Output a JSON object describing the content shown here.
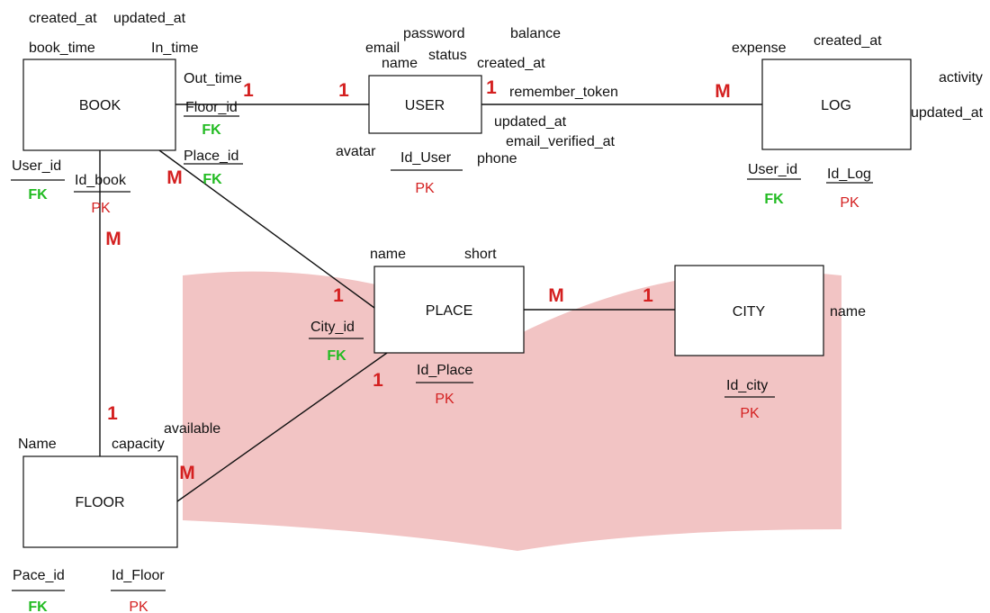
{
  "colors": {
    "fk": "#22bb22",
    "pk": "#d42020",
    "cardinality": "#d42020",
    "watermark": "#f2c4c4"
  },
  "watermark": {
    "name": "open-book-logo-icon"
  },
  "entities": {
    "book": "BOOK",
    "user": "USER",
    "log": "LOG",
    "place": "PLACE",
    "city": "CITY",
    "floor": "FLOOR"
  },
  "book": {
    "attrs": [
      "created_at",
      "updated_at",
      "book_time",
      "In_time",
      "Out_time",
      "Floor_id",
      "Place_id",
      "User_id",
      "Id_book"
    ],
    "fk_labels": [
      "FK",
      "FK",
      "FK"
    ],
    "pk_label": "PK"
  },
  "user": {
    "attrs": [
      "password",
      "balance",
      "email",
      "status",
      "name",
      "created_at",
      "remember_token",
      "updated_at",
      "email_verified_at",
      "avatar",
      "Id_User",
      "phone"
    ],
    "pk_label": "PK"
  },
  "log": {
    "attrs": [
      "created_at",
      "expense",
      "activity",
      "updated_at",
      "User_id",
      "Id_Log"
    ],
    "fk_label": "FK",
    "pk_label": "PK"
  },
  "place": {
    "attrs": [
      "name",
      "short",
      "City_id",
      "Id_Place"
    ],
    "fk_label": "FK",
    "pk_label": "PK"
  },
  "city": {
    "attrs": [
      "name",
      "Id_city"
    ],
    "pk_label": "PK"
  },
  "floor": {
    "attrs": [
      "Name",
      "capacity",
      "available",
      "Pace_id",
      "Id_Floor"
    ],
    "fk_label": "FK",
    "pk_label": "PK"
  },
  "cardinalities": {
    "book_user_book": "1",
    "book_user_user": "1",
    "user_log_user": "1",
    "user_log_log": "M",
    "book_place_book": "M",
    "book_place_place": "1",
    "book_floor_book": "M",
    "book_floor_floor": "1",
    "place_city_place": "M",
    "place_city_city": "1",
    "floor_place_place": "1",
    "floor_place_floor": "M"
  }
}
